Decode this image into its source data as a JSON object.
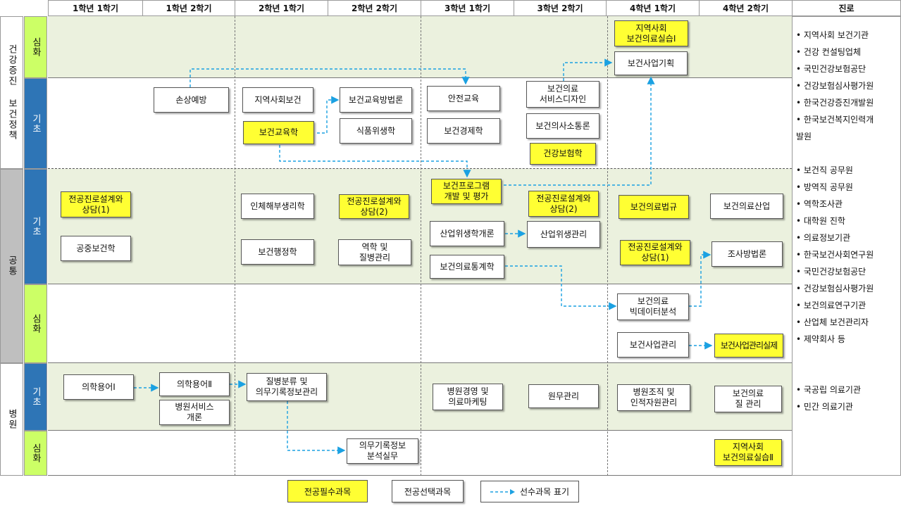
{
  "headers": {
    "semesters": [
      "1학년 1학기",
      "1학년 2학기",
      "2학년 1학기",
      "2학년 2학기",
      "3학년 1학기",
      "3학년 2학기",
      "4학년 1학기",
      "4학년 2학기"
    ],
    "career": "진로"
  },
  "tracks": {
    "health": "건강증진 보건정책",
    "common": "공통",
    "hospital": "병원"
  },
  "levels": {
    "advanced": "심화",
    "basic": "기초"
  },
  "courses": {
    "c_sonsang": "손상예방",
    "c_jiyeok": "지역사회보건",
    "c_bangbeop": "보건교육방법론",
    "c_gyoyuk": "보건교육학",
    "c_sikpum": "식품위생학",
    "c_anjeon": "안전교육",
    "c_gyeongje": "보건경제학",
    "c_service": "보건의료\n서비스디자인",
    "c_sotong": "보건의사소통론",
    "c_boheom": "건강보험학",
    "c_silseup1": "지역사회\n보건의료실습Ⅰ",
    "c_gihoek": "보건사업기획",
    "c_jinro1": "전공진로설계와\n상담(1)",
    "c_gonggong": "공중보건학",
    "c_inche": "인체해부생리학",
    "c_haengjeong": "보건행정학",
    "c_jinro2": "전공진로설계와\n상담(2)",
    "c_yeokhak": "역학 및\n질병관리",
    "c_program": "보건프로그램\n개발 및 평가",
    "c_saneopgae": "산업위생학개론",
    "c_tonggye": "보건의료통계학",
    "c_jinro2b": "전공진로설계와\n상담(2)",
    "c_saneopgwan": "산업위생관리",
    "c_beopgyu": "보건의료법규",
    "c_jinro1b": "전공진로설계와\n상담(1)",
    "c_bigdata": "보건의료\n빅데이터분석",
    "c_saeopgwan": "보건사업관리",
    "c_saneopindustry": "보건의료산업",
    "c_josa": "조사방법론",
    "c_saeopsil": "보건사업관리실제",
    "c_yongeo1": "의학용어Ⅰ",
    "c_yongeo2": "의학용어Ⅱ",
    "c_byeongwonservice": "병원서비스\n개론",
    "c_jilbyeong": "질병분류 및\n의무기록정보관리",
    "c_uimugirok": "의무기록정보\n분석실무",
    "c_gyeongyeong": "병원경영 및\n의료마케팅",
    "c_wonmu": "원무관리",
    "c_jojik": "병원조직 및\n인적자원관리",
    "c_jil": "보건의료\n질 관리",
    "c_silseup2": "지역사회\n보건의료실습Ⅱ"
  },
  "careers": {
    "health": [
      "• 지역사회 보건기관",
      "• 건강 컨설팅업체",
      "• 국민건강보험공단",
      "• 건강보험심사평가원",
      "• 한국건강증진개발원",
      "• 한국보건복지인력개\n  발원"
    ],
    "common": [
      "• 보건직 공무원",
      "• 방역직 공무원",
      "• 역학조사관",
      "• 대학원 진학",
      "• 의료정보기관",
      "• 한국보건사회연구원",
      "• 국민건강보험공단",
      "• 건강보험심사평가원",
      "• 보건의료연구기관",
      "• 산업체 보건관리자",
      "• 제약회사 등"
    ],
    "hospital": [
      "• 국공립 의료기관",
      "• 민간 의료기관"
    ]
  },
  "legend": {
    "required": "전공필수과목",
    "elective": "전공선택과목",
    "prereq": "선수과목 표기"
  },
  "colors": {
    "required": "#ffff33",
    "band_green": "#ebf1de",
    "basic_blue": "#2e75b6",
    "advanced_green": "#ccff66",
    "arrow": "#1ba1e2"
  }
}
